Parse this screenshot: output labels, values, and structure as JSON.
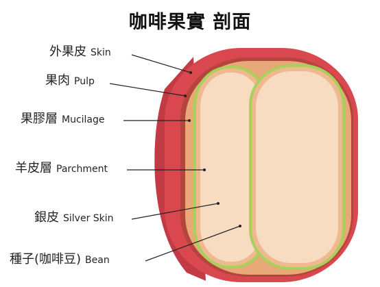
{
  "title": "咖啡果實 剖面",
  "colors": {
    "skin": "#d9474f",
    "skin_dark": "#c23a44",
    "pulp": "#b4453c",
    "mucilage": "#e9a878",
    "parchment": "#a9d05a",
    "silver_skin": "#eeb98e",
    "bean": "#f7dcc2"
  },
  "labels": [
    {
      "zh": "外果皮",
      "en": "Skin"
    },
    {
      "zh": "果肉",
      "en": "Pulp"
    },
    {
      "zh": "果膠層",
      "en": "Mucilage"
    },
    {
      "zh": "羊皮層",
      "en": "Parchment"
    },
    {
      "zh": "銀皮",
      "en": "Silver Skin"
    },
    {
      "zh": "種子(咖啡豆)",
      "en": "Bean"
    }
  ]
}
